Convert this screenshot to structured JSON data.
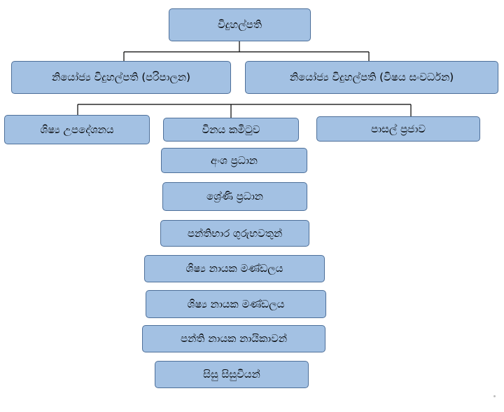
{
  "chart": {
    "root": {
      "label": "විදුහල්පති"
    },
    "deputies": [
      {
        "label": "නියෝජ්‍ය විදුහල්පති (පරිපාලන)"
      },
      {
        "label": "නියෝජ්‍ය විදුහල්පති (විෂය සංවර්ධන)"
      }
    ],
    "level3": [
      {
        "label": "ශිෂ්‍ය උපදේශනය"
      },
      {
        "label": "විනය කමිටුව"
      },
      {
        "label": "පාසල් ප්‍රජාව"
      }
    ],
    "chain": [
      {
        "label": "අංශ ප්‍රධාන"
      },
      {
        "label": "ශ්‍රේණි ප්‍රධාන"
      },
      {
        "label": "පන්තිභාර ගුරුභවතුන්"
      },
      {
        "label": "ශිෂ්‍ය නායක මණ්ඩලය"
      },
      {
        "label": "ශිෂ්‍ය නායක මණ්ඩලය"
      },
      {
        "label": "පන්ති නායක නායිකාවන්"
      },
      {
        "label": "සිසු සිසුවියන්"
      }
    ]
  },
  "colors": {
    "box_fill": "#a3c1e3",
    "box_border": "#4d6f99",
    "connector": "#000000"
  }
}
